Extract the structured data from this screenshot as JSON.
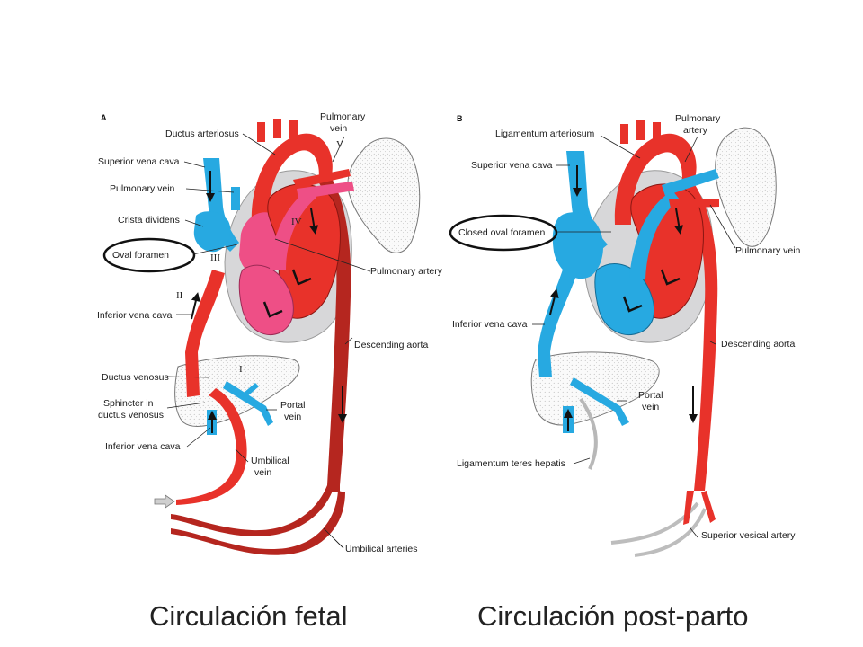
{
  "colors": {
    "arterial": "#e8322a",
    "arterial_dark": "#c8231d",
    "venous": "#27a9e1",
    "mixed": "#ee4f86",
    "dark_red": "#b5261f",
    "tissue": "#d7d7d9",
    "highlight_ring": "#111111"
  },
  "panel_a": {
    "letter": "A",
    "caption": "Circulación fetal",
    "labels": {
      "ductus_arteriosus": "Ductus arteriosus",
      "pulmonary_vein_top_1": "Pulmonary",
      "pulmonary_vein_top_2": "vein",
      "superior_vena_cava": "Superior vena cava",
      "pulmonary_vein": "Pulmonary vein",
      "crista_dividens": "Crista dividens",
      "oval_foramen": "Oval foramen",
      "pulmonary_artery": "Pulmonary artery",
      "inferior_vena_cava": "Inferior vena cava",
      "descending_aorta": "Descending aorta",
      "ductus_venosus": "Ductus venosus",
      "sphincter_1": "Sphincter in",
      "sphincter_2": "ductus venosus",
      "portal_vein_1": "Portal",
      "portal_vein_2": "vein",
      "inferior_vena_cava_2": "Inferior vena cava",
      "umbilical_vein_1": "Umbilical",
      "umbilical_vein_2": "vein",
      "umbilical_arteries": "Umbilical arteries"
    },
    "roman": {
      "i": "I",
      "ii": "II",
      "iii": "III",
      "iv": "IV",
      "v": "V"
    }
  },
  "panel_b": {
    "letter": "B",
    "caption": "Circulación post-parto",
    "labels": {
      "ligamentum_arteriosum": "Ligamentum arteriosum",
      "pulmonary_artery_1": "Pulmonary",
      "pulmonary_artery_2": "artery",
      "superior_vena_cava": "Superior vena cava",
      "closed_oval_foramen": "Closed oval foramen",
      "pulmonary_vein": "Pulmonary vein",
      "inferior_vena_cava": "Inferior vena cava",
      "descending_aorta": "Descending aorta",
      "portal_vein_1": "Portal",
      "portal_vein_2": "vein",
      "ligamentum_teres": "Ligamentum teres hepatis",
      "superior_vesical": "Superior vesical artery"
    }
  }
}
